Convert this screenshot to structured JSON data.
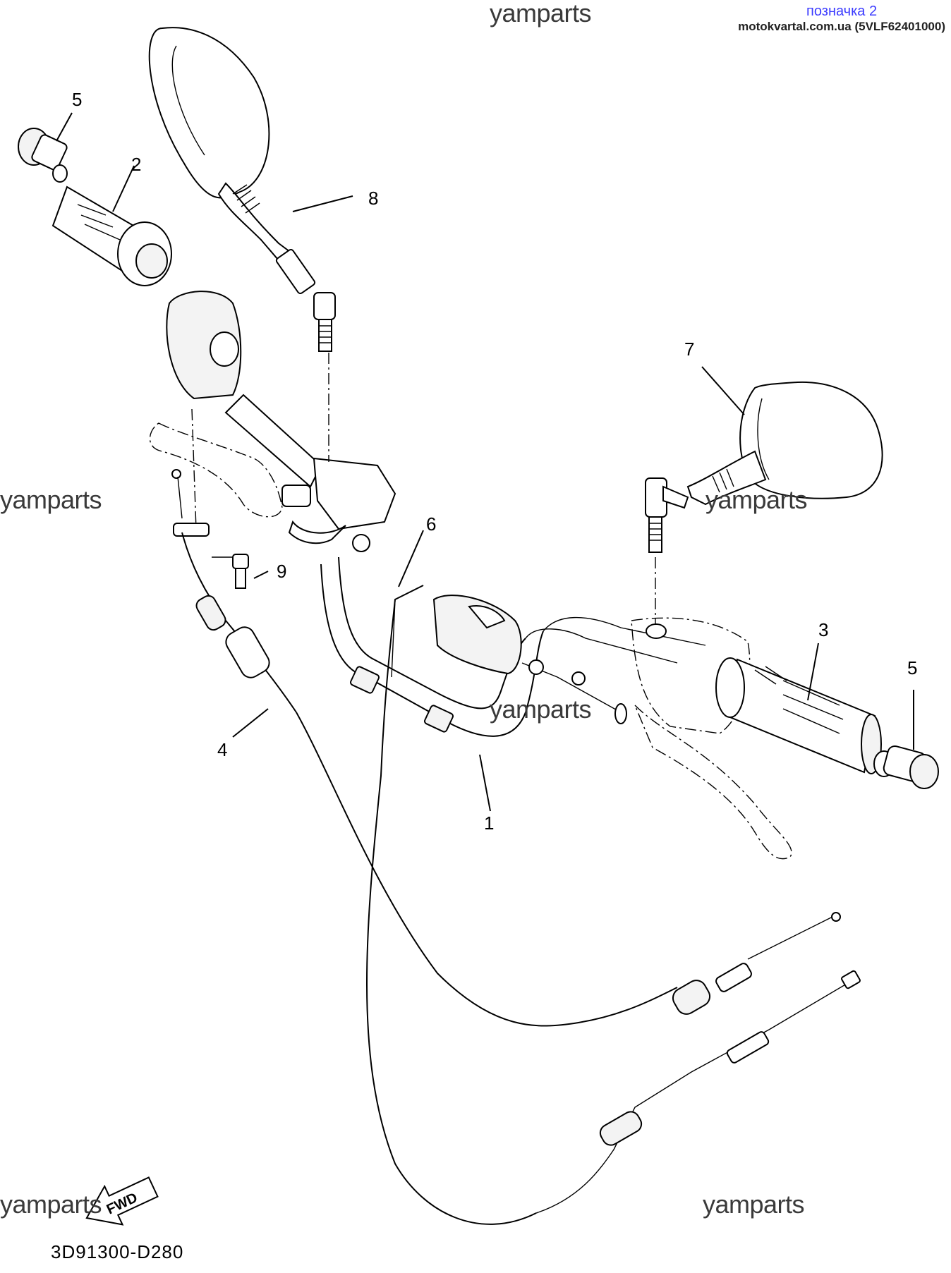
{
  "header": {
    "bookmark_link": "позначка 2",
    "site_ref": "motokvartal.com.ua (5VLF62401000)"
  },
  "watermarks": [
    "yamparts",
    "yamparts",
    "yamparts",
    "yamparts",
    "yamparts",
    "yamparts"
  ],
  "callouts": [
    "5",
    "2",
    "8",
    "7",
    "6",
    "9",
    "3",
    "5",
    "4",
    "1"
  ],
  "direction_arrow": "FWD",
  "drawing_code": "3D91300-D280"
}
